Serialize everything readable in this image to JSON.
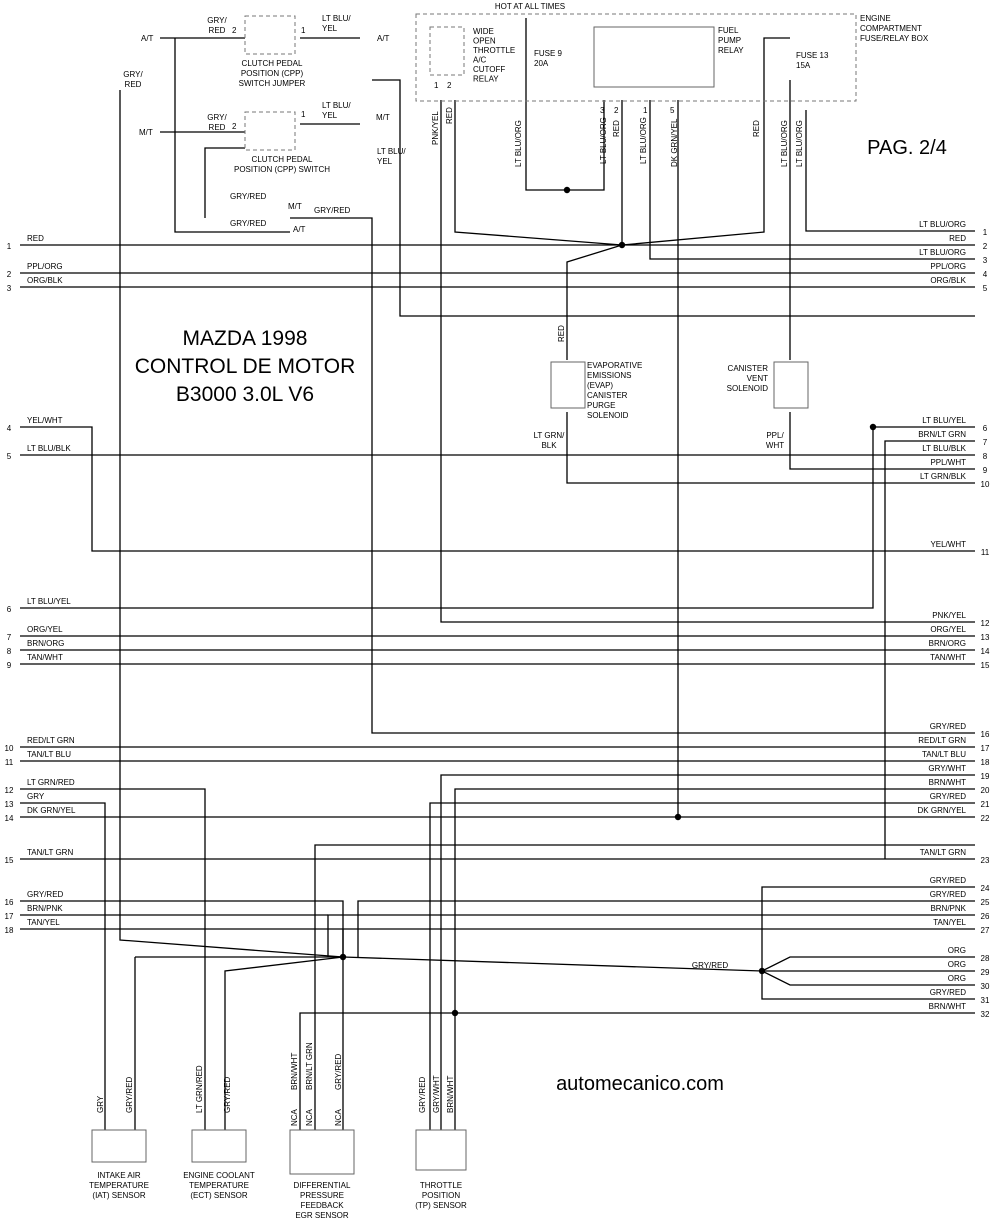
{
  "title": {
    "line1": "MAZDA 1998",
    "line2": "CONTROL DE MOTOR",
    "line3": "B3000 3.0L V6"
  },
  "page_label": "PAG. 2/4",
  "watermark": "automecanico.com",
  "hot_label": "HOT AT ALL TIMES",
  "fuse_box_label": [
    "ENGINE",
    "COMPARTMENT",
    "FUSE/RELAY BOX"
  ],
  "relay_wot": [
    "WIDE",
    "OPEN",
    "THROTTLE",
    "A/C",
    "CUTOFF",
    "RELAY"
  ],
  "relay_fp": [
    "FUEL",
    "PUMP",
    "RELAY"
  ],
  "fuse9": [
    "FUSE 9",
    "20A"
  ],
  "fuse13": [
    "FUSE 13",
    "15A"
  ],
  "cpp_jumper": [
    "CLUTCH PEDAL",
    "POSITION (CPP)",
    "SWITCH JUMPER"
  ],
  "cpp_switch": [
    "CLUTCH PEDAL",
    "POSITION (CPP) SWITCH"
  ],
  "evap": [
    "EVAPORATIVE",
    "EMISSIONS",
    "(EVAP)",
    "CANISTER",
    "PURGE",
    "SOLENOID"
  ],
  "cvs": [
    "CANISTER",
    "VENT",
    "SOLENOID"
  ],
  "iat": [
    "INTAKE AIR",
    "TEMPERATURE",
    "(IAT) SENSOR"
  ],
  "ect": [
    "ENGINE COOLANT",
    "TEMPERATURE",
    "(ECT) SENSOR"
  ],
  "dpfe": [
    "DIFFERENTIAL",
    "PRESSURE",
    "FEEDBACK",
    "EGR SENSOR"
  ],
  "tps": [
    "THROTTLE",
    "POSITION",
    "(TP) SENSOR"
  ],
  "left_pins": [
    {
      "n": "1",
      "c": "RED"
    },
    {
      "n": "2",
      "c": "PPL/ORG"
    },
    {
      "n": "3",
      "c": "ORG/BLK"
    },
    {
      "n": "4",
      "c": "YEL/WHT"
    },
    {
      "n": "5",
      "c": "LT BLU/BLK"
    },
    {
      "n": "6",
      "c": "LT BLU/YEL"
    },
    {
      "n": "7",
      "c": "ORG/YEL"
    },
    {
      "n": "8",
      "c": "BRN/ORG"
    },
    {
      "n": "9",
      "c": "TAN/WHT"
    },
    {
      "n": "10",
      "c": "RED/LT GRN"
    },
    {
      "n": "11",
      "c": "TAN/LT BLU"
    },
    {
      "n": "12",
      "c": "LT GRN/RED"
    },
    {
      "n": "13",
      "c": "GRY"
    },
    {
      "n": "14",
      "c": "DK GRN/YEL"
    },
    {
      "n": "15",
      "c": "TAN/LT GRN"
    },
    {
      "n": "16",
      "c": "GRY/RED"
    },
    {
      "n": "17",
      "c": "BRN/PNK"
    },
    {
      "n": "18",
      "c": "TAN/YEL"
    }
  ],
  "right_pins": [
    {
      "n": "1",
      "c": "LT BLU/ORG"
    },
    {
      "n": "2",
      "c": "RED"
    },
    {
      "n": "3",
      "c": "LT BLU/ORG"
    },
    {
      "n": "4",
      "c": "PPL/ORG"
    },
    {
      "n": "5",
      "c": "ORG/BLK"
    },
    {
      "n": "6",
      "c": "LT BLU/YEL"
    },
    {
      "n": "7",
      "c": "BRN/LT GRN"
    },
    {
      "n": "8",
      "c": "LT BLU/BLK"
    },
    {
      "n": "9",
      "c": "PPL/WHT"
    },
    {
      "n": "10",
      "c": "LT GRN/BLK"
    },
    {
      "n": "11",
      "c": "YEL/WHT"
    },
    {
      "n": "12",
      "c": "PNK/YEL"
    },
    {
      "n": "13",
      "c": "ORG/YEL"
    },
    {
      "n": "14",
      "c": "BRN/ORG"
    },
    {
      "n": "15",
      "c": "TAN/WHT"
    },
    {
      "n": "16",
      "c": "GRY/RED"
    },
    {
      "n": "17",
      "c": "RED/LT GRN"
    },
    {
      "n": "18",
      "c": "TAN/LT BLU"
    },
    {
      "n": "19",
      "c": "GRY/WHT"
    },
    {
      "n": "20",
      "c": "BRN/WHT"
    },
    {
      "n": "21",
      "c": "GRY/RED"
    },
    {
      "n": "22",
      "c": "DK GRN/YEL"
    },
    {
      "n": "23",
      "c": "TAN/LT GRN"
    },
    {
      "n": "24",
      "c": "GRY/RED"
    },
    {
      "n": "25",
      "c": "GRY/RED"
    },
    {
      "n": "26",
      "c": "BRN/PNK"
    },
    {
      "n": "27",
      "c": "TAN/YEL"
    },
    {
      "n": "28",
      "c": "ORG"
    },
    {
      "n": "29",
      "c": "ORG"
    },
    {
      "n": "30",
      "c": "ORG"
    },
    {
      "n": "31",
      "c": "GRY/RED"
    },
    {
      "n": "32",
      "c": "BRN/WHT"
    }
  ],
  "wire_labels": {
    "w_gryred_top": "GRY/\nRED",
    "at": "A/T",
    "mt": "M/T",
    "gryred": "GRY/RED",
    "ltbluyel": "LT BLU/\nYEL",
    "pnkyel": "PNK/YEL",
    "red": "RED",
    "ltbluorg": "LT BLU/ORG",
    "dkgrnyel": "DK GRN/YEL",
    "ltgrnblk": "LT GRN/\nBLK",
    "pplwht": "PPL/\nWHT",
    "gry": "GRY",
    "ltgrnred": "LT GRN/RED",
    "brnwht": "BRN/WHT",
    "brnltgrn": "BRN/LT GRN",
    "grywht": "GRY/WHT",
    "nca": "NCA",
    "pin1": "1",
    "pin2": "2",
    "pin3": "3",
    "pin5": "5"
  }
}
